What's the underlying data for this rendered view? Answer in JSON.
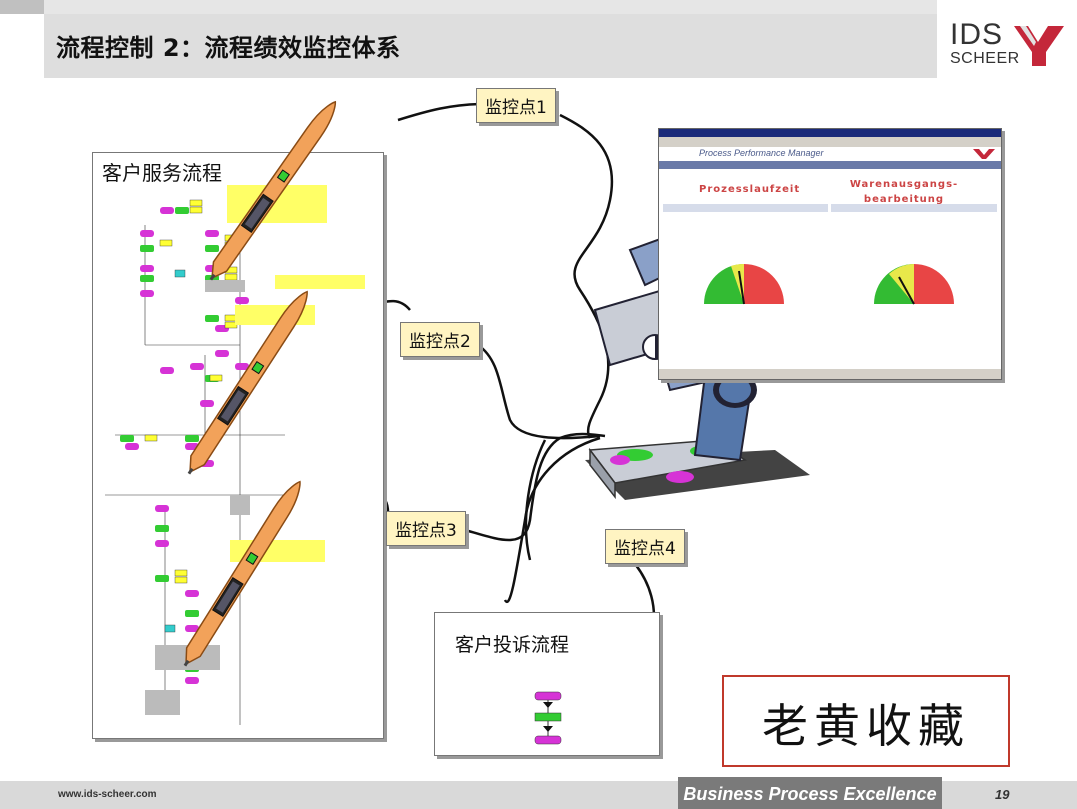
{
  "slide": {
    "title": "流程控制 2：流程绩效监控体系",
    "logo": {
      "top": "IDS",
      "bottom": "SCHEER"
    },
    "footer": {
      "url": "www.ids-scheer.com",
      "tagline": "Business Process Excellence",
      "page_number": "19"
    }
  },
  "panels": {
    "customer_service": {
      "title": "客户服务流程"
    },
    "complaint": {
      "title": "客户投诉流程"
    }
  },
  "monitoring_points": [
    {
      "label": "监控点1"
    },
    {
      "label": "监控点2"
    },
    {
      "label": "监控点3"
    },
    {
      "label": "监控点4"
    }
  ],
  "ppm_window": {
    "app_title": "Process Performance Manager",
    "heading_left": "Prozesslaufzeit",
    "heading_right_line1": "Warenausgangs-",
    "heading_right_line2": "bearbeitung"
  },
  "stamp": {
    "text": "老黄收藏"
  },
  "colors": {
    "callout_fill": "#fff4c2",
    "thermometer": "#f2a25a",
    "event_magenta": "#d633d6",
    "function_green": "#33cc33",
    "doc_yellow": "#ffff33",
    "gauge_red": "#e84545",
    "gauge_green": "#33bb33",
    "microscope_blue": "#5577aa"
  }
}
